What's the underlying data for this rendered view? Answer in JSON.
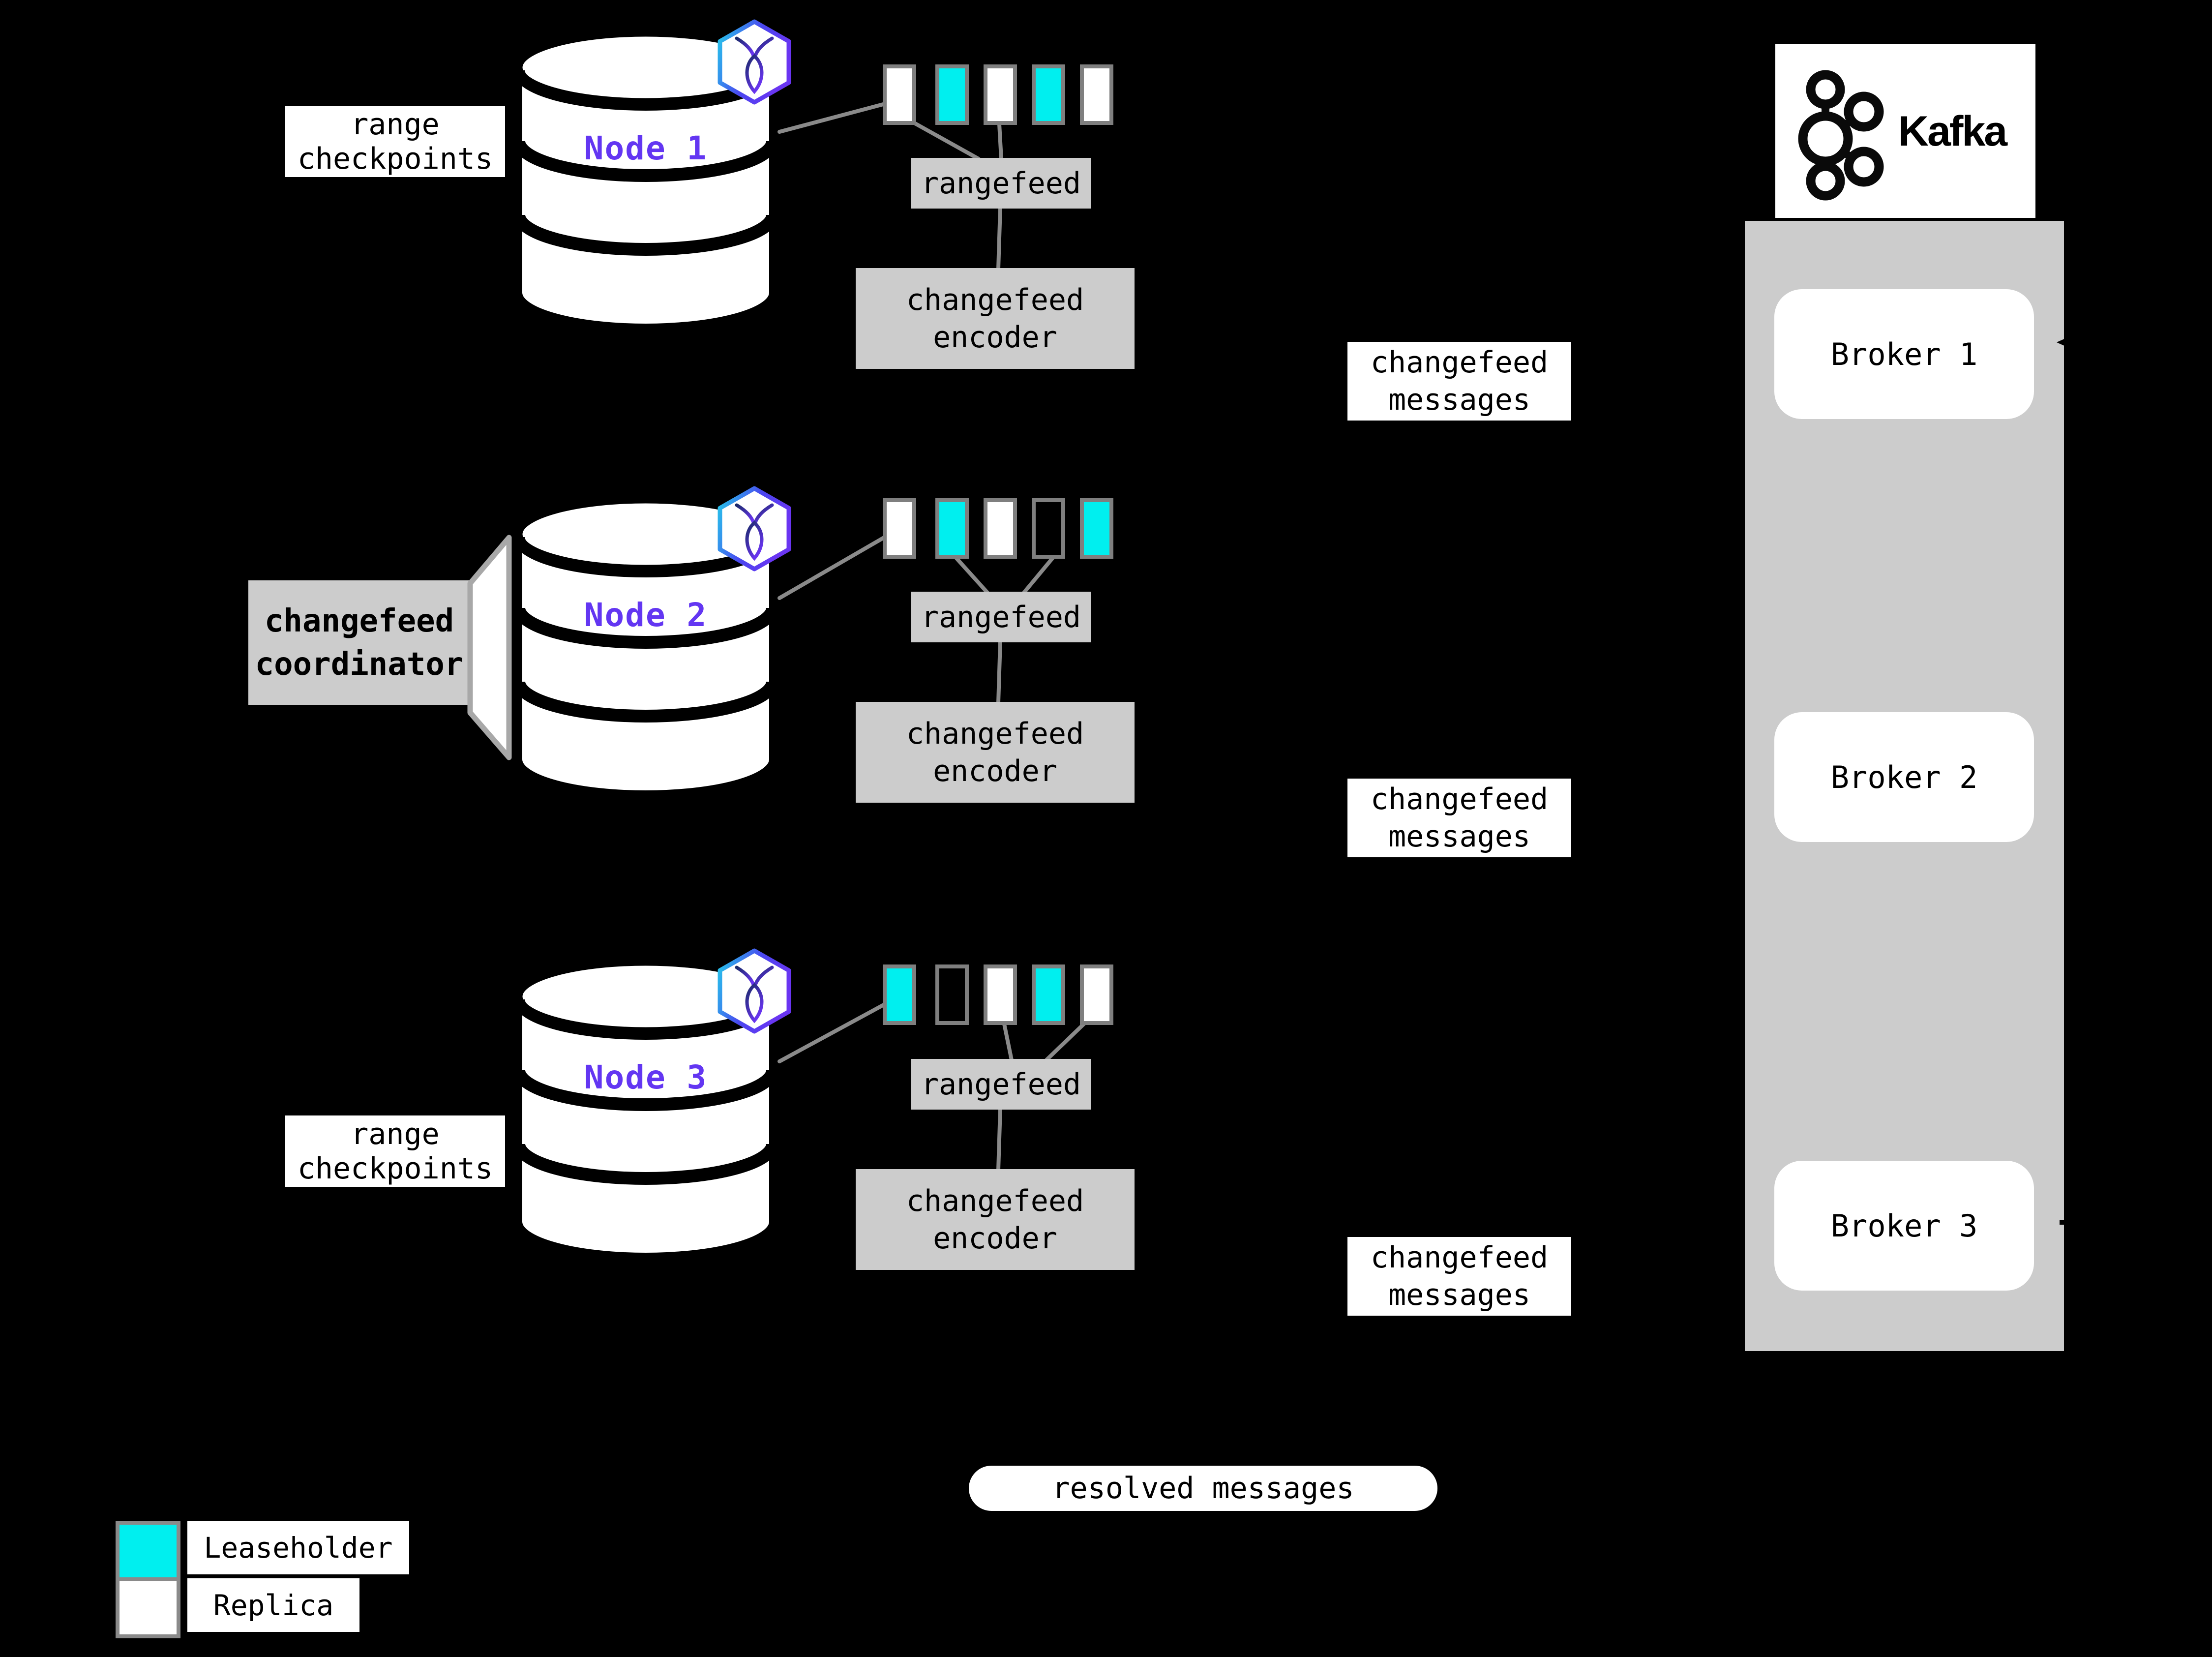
{
  "colors": {
    "background": "#000000",
    "leaseholder": "#00efef",
    "replica": "#ffffff",
    "box_gray": "#cccccc",
    "range_border": "#7f7f7f",
    "connector_gray": "#8a8a8a",
    "node_label_purple": "#6336f2",
    "badge_gradient_start": "#25cdea",
    "badge_gradient_end": "#6a35f2"
  },
  "nodes": [
    {
      "name": "Node 1",
      "ranges": [
        "replica",
        "leaseholder",
        "replica",
        "leaseholder",
        "replica"
      ]
    },
    {
      "name": "Node 2",
      "ranges": [
        "replica",
        "leaseholder",
        "replica",
        "empty",
        "leaseholder"
      ]
    },
    {
      "name": "Node 3",
      "ranges": [
        "leaseholder",
        "empty",
        "replica",
        "leaseholder",
        "replica"
      ]
    }
  ],
  "components": {
    "rangefeed": "rangefeed",
    "encoder": {
      "line1": "changefeed",
      "line2": "encoder"
    }
  },
  "labels": {
    "range_checkpoints": {
      "line1": "range",
      "line2": "checkpoints"
    },
    "changefeed_messages": {
      "line1": "changefeed",
      "line2": "messages"
    },
    "changefeed_coordinator": {
      "line1": "changefeed",
      "line2": "coordinator"
    },
    "resolved_messages": "resolved messages"
  },
  "kafka": {
    "logo_text": "Kafka",
    "brokers": [
      "Broker 1",
      "Broker 2",
      "Broker 3"
    ]
  },
  "legend": {
    "items": [
      {
        "key": "leaseholder",
        "label": "Leaseholder"
      },
      {
        "key": "replica",
        "label": "Replica"
      }
    ]
  },
  "icons": {
    "cockroachdb_badge": "cockroachdb-hexagon-logo",
    "kafka_logo": "kafka-circles-logo",
    "broker_arrow": "left-arrowhead"
  }
}
